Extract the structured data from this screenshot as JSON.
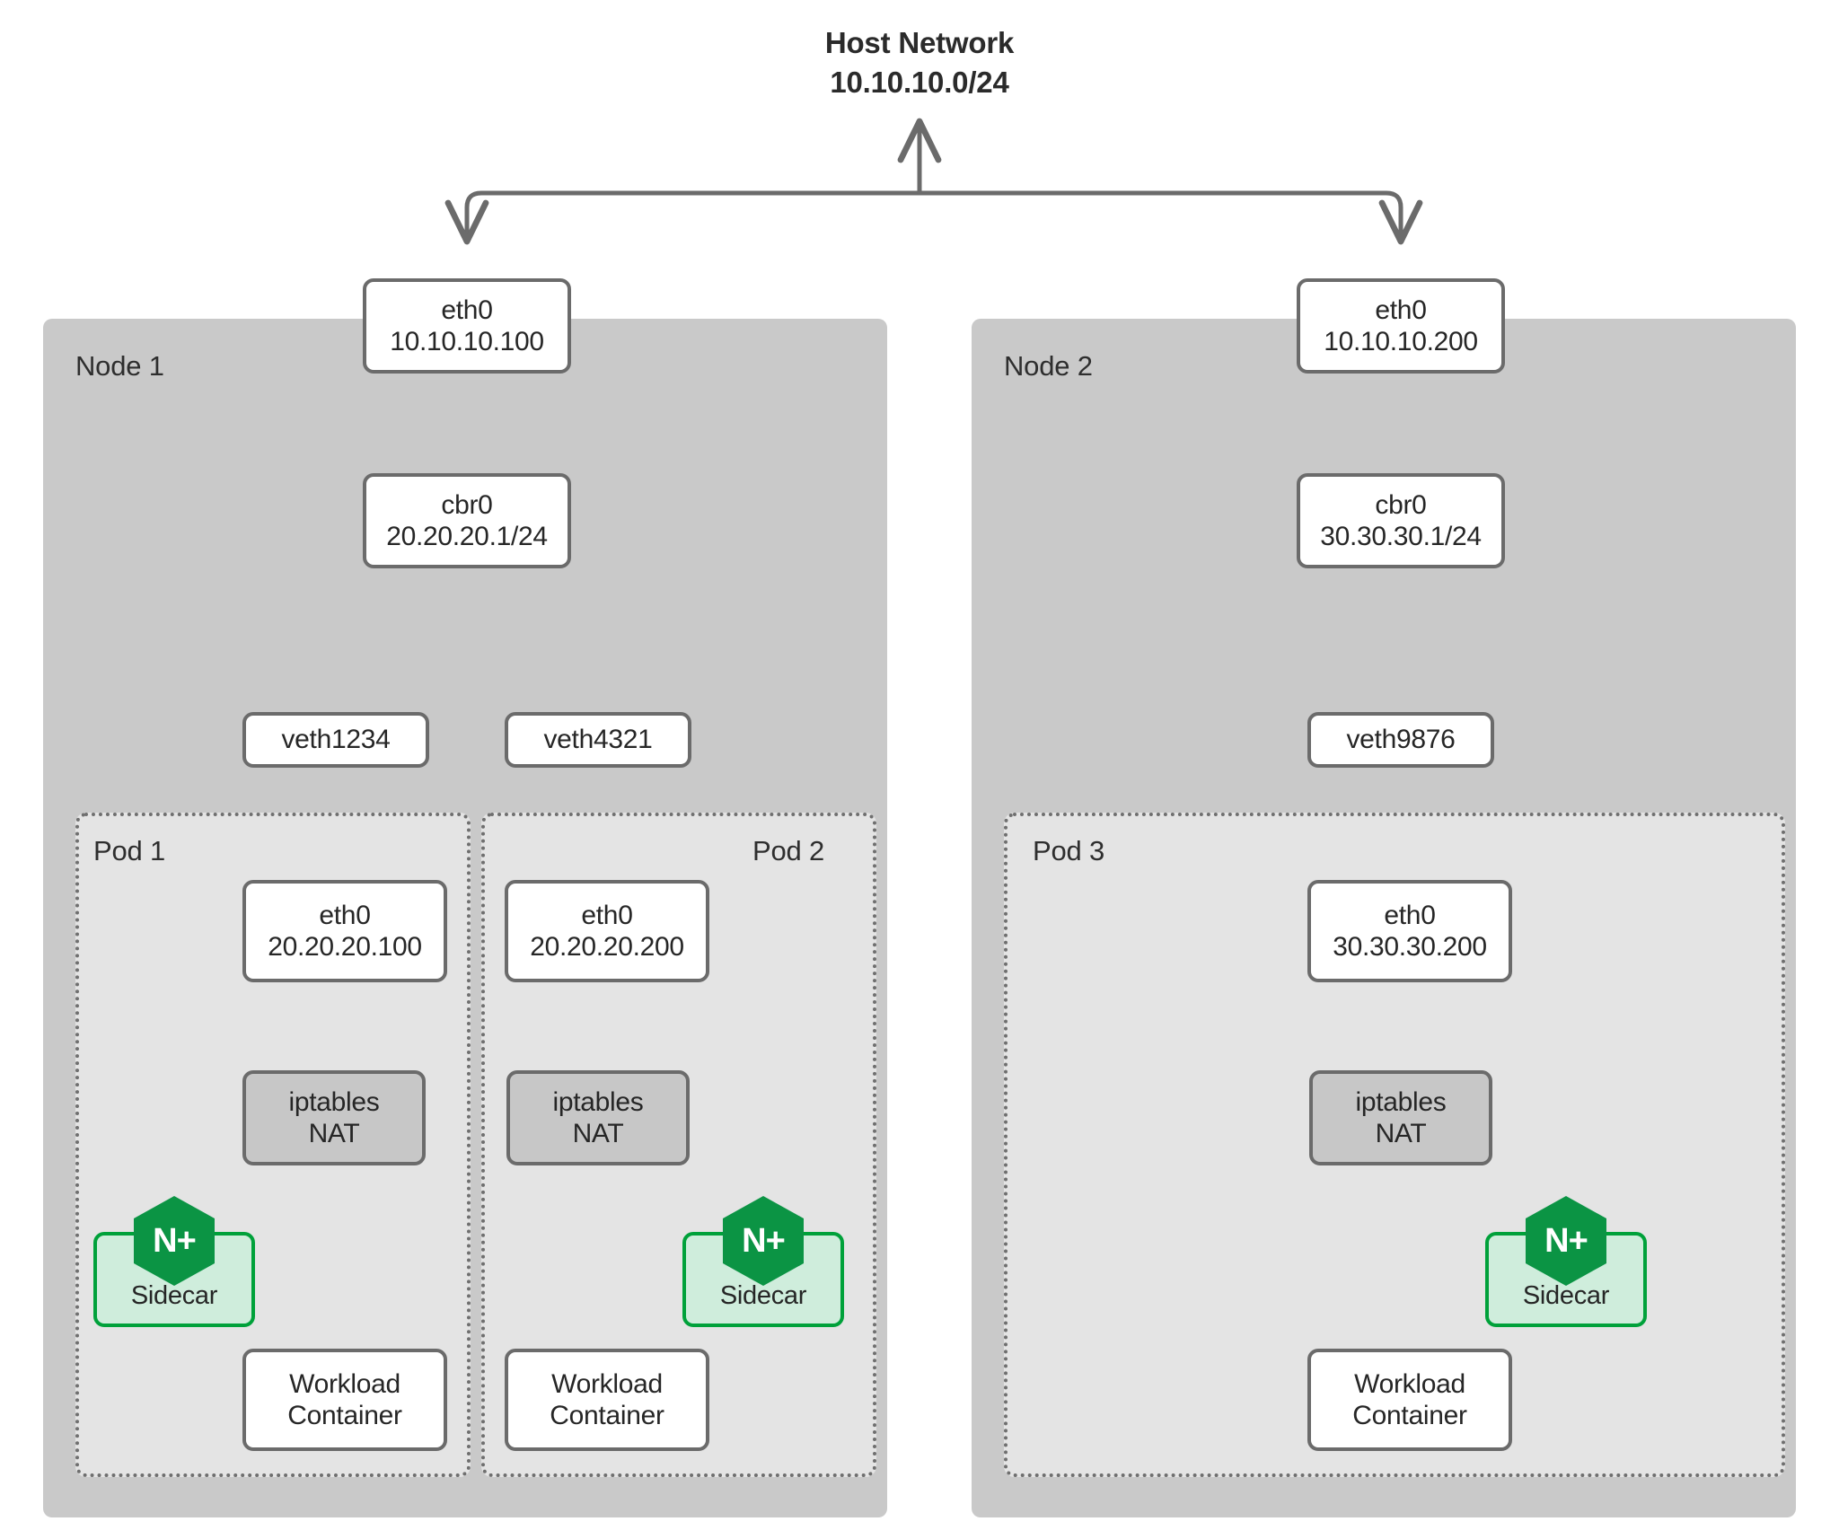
{
  "diagram": {
    "type": "network-topology",
    "title_line1": "Host Network",
    "title_line2": "10.10.10.0/24",
    "colors": {
      "node_bg": "#c9c9c9",
      "pod_bg": "#e4e4e4",
      "box_border": "#6b6b6b",
      "box_bg": "#ffffff",
      "nat_bg": "#c7c7c7",
      "sidecar_bg": "#cfeddc",
      "sidecar_border": "#00a13a",
      "badge_green": "#0b9444",
      "arrow": "#6b6b6b",
      "text": "#262626",
      "page_bg": "#ffffff"
    }
  },
  "nodes": [
    {
      "name": "Node 1",
      "eth0_name": "eth0",
      "eth0_ip": "10.10.10.100",
      "bridge_name": "cbr0",
      "bridge_ip": "20.20.20.1/24",
      "veths": [
        "veth1234",
        "veth4321"
      ],
      "pods": [
        {
          "name": "Pod 1",
          "eth0_name": "eth0",
          "eth0_ip": "20.20.20.100",
          "iptables_line1": "iptables",
          "iptables_line2": "NAT",
          "sidecar_label": "Sidecar",
          "sidecar_badge": "N+",
          "workload_line1": "Workload",
          "workload_line2": "Container"
        },
        {
          "name": "Pod 2",
          "eth0_name": "eth0",
          "eth0_ip": "20.20.20.200",
          "iptables_line1": "iptables",
          "iptables_line2": "NAT",
          "sidecar_label": "Sidecar",
          "sidecar_badge": "N+",
          "workload_line1": "Workload",
          "workload_line2": "Container"
        }
      ]
    },
    {
      "name": "Node 2",
      "eth0_name": "eth0",
      "eth0_ip": "10.10.10.200",
      "bridge_name": "cbr0",
      "bridge_ip": "30.30.30.1/24",
      "veths": [
        "veth9876"
      ],
      "pods": [
        {
          "name": "Pod 3",
          "eth0_name": "eth0",
          "eth0_ip": "30.30.30.200",
          "iptables_line1": "iptables",
          "iptables_line2": "NAT",
          "sidecar_label": "Sidecar",
          "sidecar_badge": "N+",
          "workload_line1": "Workload",
          "workload_line2": "Container"
        }
      ]
    }
  ]
}
